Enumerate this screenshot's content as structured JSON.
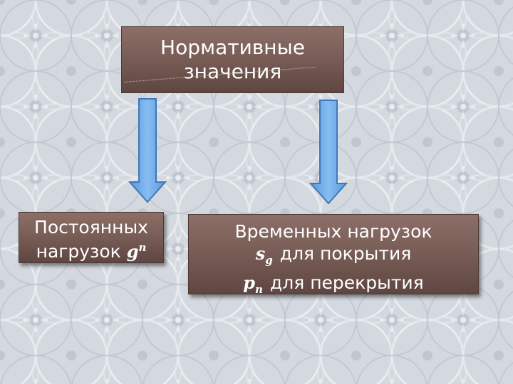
{
  "title": {
    "line1": "Нормативные",
    "line2": "значения"
  },
  "left_box": {
    "line1": "Постоянных",
    "line2_text": "нагрузок",
    "symbol_base": "g",
    "symbol_sup": "n"
  },
  "right_box": {
    "line1": "Временных нагрузок",
    "line2_symbol_base": "s",
    "line2_symbol_sub": "g",
    "line2_text": "для покрытия",
    "line3_symbol_base": "p",
    "line3_symbol_sub": "n",
    "line3_text": "для перекрытия"
  },
  "colors": {
    "background": "#d4d9df",
    "box_fill": "#755a53",
    "arrow_fill": "#6fa9e6",
    "arrow_outline": "#3e78b8"
  },
  "icons": {
    "arrows": "down-arrow-icon"
  }
}
